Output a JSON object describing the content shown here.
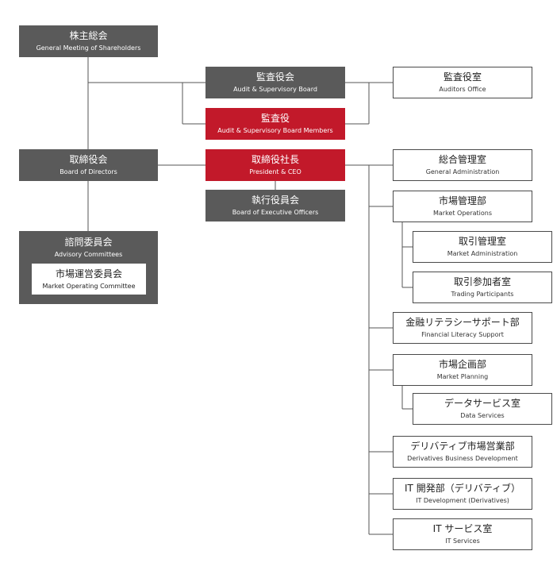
{
  "nodes": {
    "shareholders": {
      "jp": "株主総会",
      "en": "General Meeting of Shareholders"
    },
    "audit_board": {
      "jp": "監査役会",
      "en": "Audit & Supervisory Board"
    },
    "auditors_office": {
      "jp": "監査役室",
      "en": "Auditors Office"
    },
    "audit_members": {
      "jp": "監査役",
      "en": "Audit & Supervisory Board Members"
    },
    "board_directors": {
      "jp": "取締役会",
      "en": "Board of Directors"
    },
    "president": {
      "jp": "取締役社長",
      "en": "President & CEO"
    },
    "exec_officers": {
      "jp": "執行役員会",
      "en": "Board of Executive Officers"
    },
    "advisory": {
      "jp": "諮問委員会",
      "en": "Advisory Committees"
    },
    "market_operating_committee": {
      "jp": "市場運営委員会",
      "en": "Market Operating Committee"
    },
    "general_admin": {
      "jp": "総合管理室",
      "en": "General Administration"
    },
    "market_operations": {
      "jp": "市場管理部",
      "en": "Market Operations"
    },
    "market_admin": {
      "jp": "取引管理室",
      "en": "Market Administration"
    },
    "trading_participants": {
      "jp": "取引参加者室",
      "en": "Trading Participants"
    },
    "financial_literacy": {
      "jp": "金融リテラシーサポート部",
      "en": "Financial Literacy Support"
    },
    "market_planning": {
      "jp": "市場企画部",
      "en": "Market Planning"
    },
    "data_services": {
      "jp": "データサービス室",
      "en": "Data Services"
    },
    "derivatives_bd": {
      "jp": "デリバティブ市場営業部",
      "en": "Derivatives Business Development"
    },
    "it_dev": {
      "jp": "IT 開発部（デリバティブ）",
      "en": "IT Development (Derivatives)"
    },
    "it_services": {
      "jp": "IT サービス室",
      "en": "IT Services"
    }
  },
  "colors": {
    "gray_box": "#5a5a5a",
    "red_box": "#c2192a",
    "line": "#555555",
    "white_box_border": "#4a4a4a"
  }
}
